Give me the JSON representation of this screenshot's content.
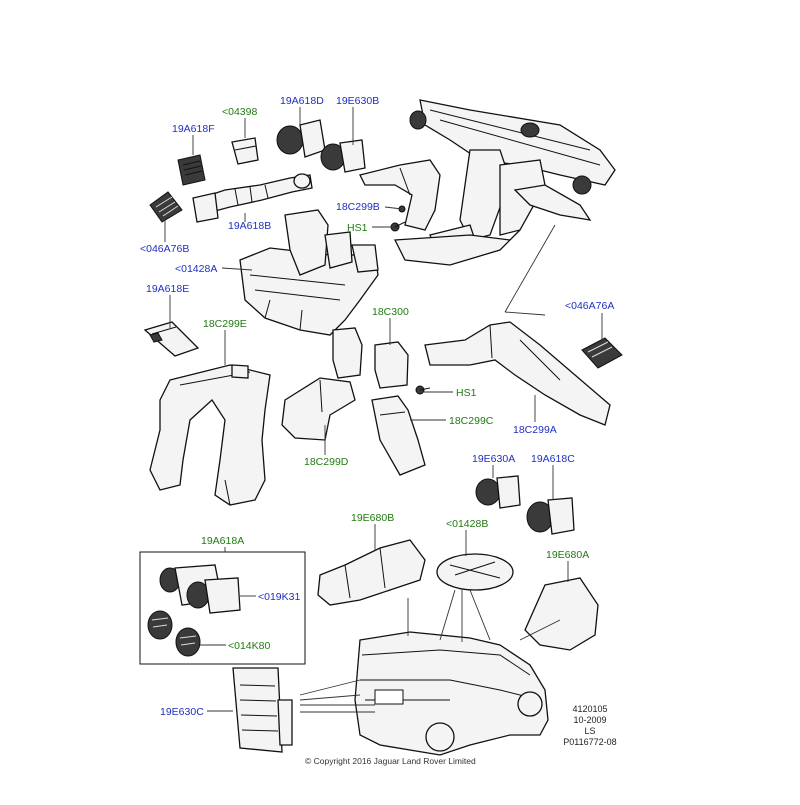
{
  "labels": {
    "l_04398": "<04398",
    "l_19A618D": "19A618D",
    "l_19E630B": "19E630B",
    "l_19A618F": "19A618F",
    "l_19A618B": "19A618B",
    "l_18C299B": "18C299B",
    "l_HS1_top": "HS1",
    "l_046A76B": "<046A76B",
    "l_01428A": "<01428A",
    "l_19A618E": "19A618E",
    "l_18C299E": "18C299E",
    "l_18C300": "18C300",
    "l_046A76A": "<046A76A",
    "l_HS1_mid": "HS1",
    "l_18C299C": "18C299C",
    "l_18C299A": "18C299A",
    "l_18C299D": "18C299D",
    "l_19E630A": "19E630A",
    "l_19A618C": "19A618C",
    "l_19E680B": "19E680B",
    "l_01428B": "<01428B",
    "l_19E680A": "19E680A",
    "l_19A618A": "19A618A",
    "l_019K31": "<019K31",
    "l_014K80": "<014K80",
    "l_19E630C": "19E630C"
  },
  "meta": {
    "line1": "4120105",
    "line2": "10-2009",
    "line3": "LS",
    "line4": "P0116772-08",
    "copyright": "© Copyright  2016  Jaguar Land Rover Limited"
  },
  "colors": {
    "blue_label": "#1f2fc4",
    "green_label": "#227a12"
  }
}
